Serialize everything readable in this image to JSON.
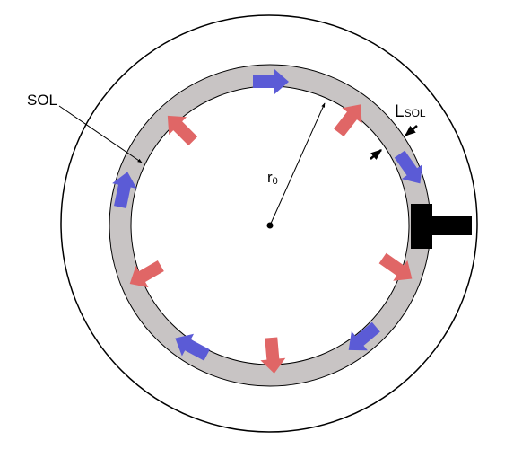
{
  "labels": {
    "sol": "SOL",
    "lsol_main": "L",
    "lsol_sub": "SOL",
    "r0_main": "r",
    "r0_sub": "0"
  },
  "colors": {
    "sol_band": "#c8c4c4",
    "outline": "#000000",
    "flow_arrow": "#5b5bd6",
    "radial_arrow": "#e06666",
    "limiter": "#000000",
    "background": "#ffffff"
  },
  "flow_arrows": [
    {
      "icon": "blue-arrow-right",
      "direction": "clockwise"
    },
    {
      "icon": "blue-arrow-down-right",
      "direction": "clockwise"
    },
    {
      "icon": "blue-arrow-down-left",
      "direction": "clockwise"
    },
    {
      "icon": "blue-arrow-left",
      "direction": "clockwise"
    },
    {
      "icon": "blue-arrow-up",
      "direction": "clockwise"
    }
  ],
  "radial_arrows": [
    {
      "icon": "red-arrow-outward-upper-right",
      "direction": "outward"
    },
    {
      "icon": "red-arrow-outward-right",
      "direction": "outward"
    },
    {
      "icon": "red-arrow-outward-bottom",
      "direction": "outward"
    },
    {
      "icon": "red-arrow-outward-lower-left",
      "direction": "outward"
    },
    {
      "icon": "red-arrow-outward-upper-left",
      "direction": "outward"
    }
  ]
}
